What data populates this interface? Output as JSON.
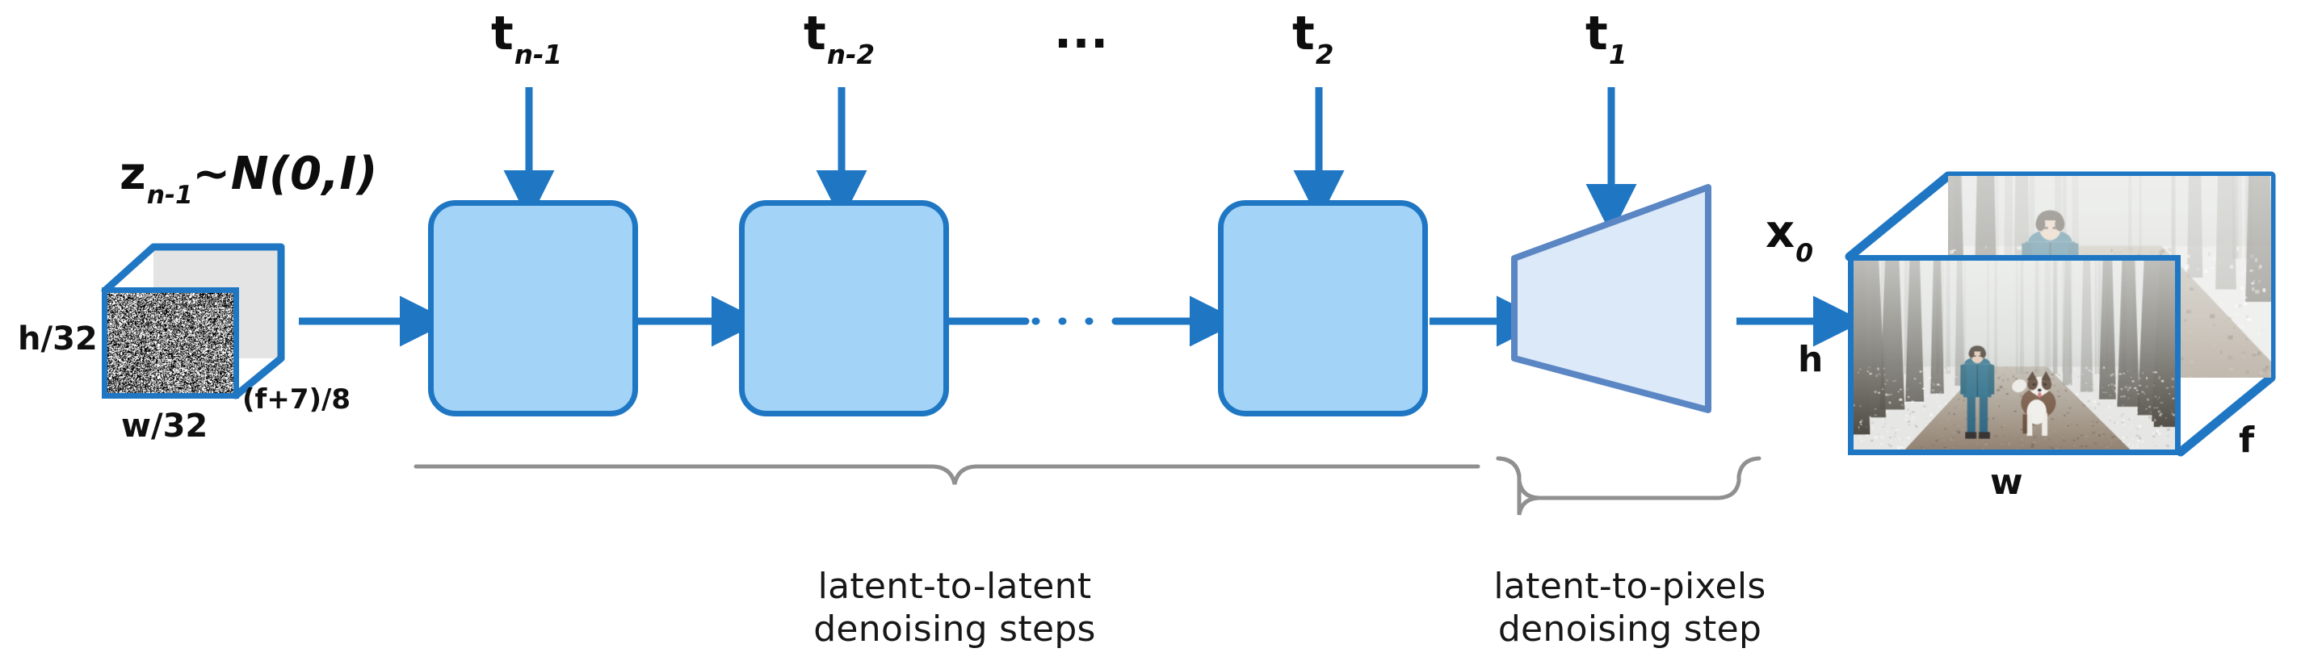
{
  "diagram": {
    "title": "Latent video diffusion sampling pipeline",
    "colors": {
      "arrow_blue": "#1F77C4",
      "block_fill": "#A3D4F7",
      "block_stroke": "#1F77C4",
      "decoder_fill": "#DCE9F8",
      "decoder_stroke": "#5B86C4",
      "brace_gray": "#909090",
      "text_black": "#121212",
      "background": "#FFFFFF"
    }
  },
  "input": {
    "distribution_label": {
      "base": "z",
      "sub": "n-1",
      "rest": "~N(0,I)"
    },
    "height_label": "h/32",
    "width_label": "w/32",
    "depth_label": "(f+7)/8",
    "icon": "noise-cube-icon"
  },
  "timesteps": [
    {
      "base": "t",
      "sub": "n-1"
    },
    {
      "base": "t",
      "sub": "n-2"
    },
    {
      "base": "t",
      "sub": "2"
    },
    {
      "base": "t",
      "sub": "1"
    }
  ],
  "ellipsis_top": "...",
  "blocks": [
    {
      "name": "denoise-block-1"
    },
    {
      "name": "denoise-block-2"
    },
    {
      "name": "denoise-block-3"
    }
  ],
  "decoder": {
    "name": "latent-to-pixels-decoder"
  },
  "output": {
    "symbol": {
      "base": "x",
      "sub": "0"
    },
    "height_label": "h",
    "width_label": "w",
    "frames_label": "f",
    "icon": "video-cube-icon"
  },
  "captions": {
    "latent_to_latent": "latent-to-latent\ndenoising steps",
    "latent_to_pixels": "latent-to-pixels\ndenoising step"
  }
}
